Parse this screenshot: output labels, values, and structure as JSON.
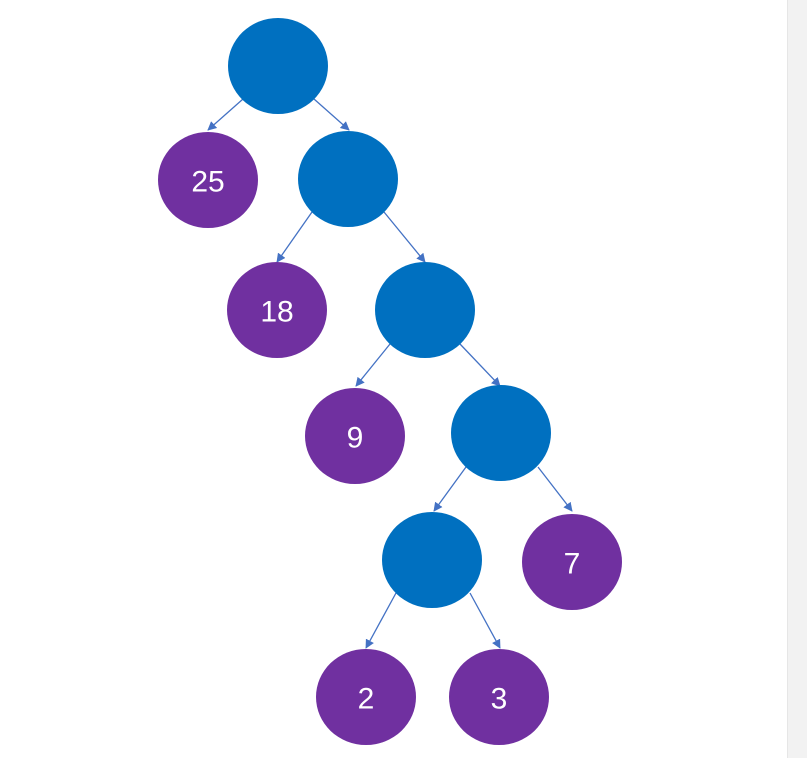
{
  "tree": {
    "colors": {
      "internal": "#0070c0",
      "leaf": "#7030a0",
      "edge": "#4472c4",
      "label": "#ffffff"
    },
    "leaves": {
      "a": "25",
      "b": "18",
      "c": "9",
      "d": "7",
      "e": "2",
      "f": "3"
    }
  }
}
